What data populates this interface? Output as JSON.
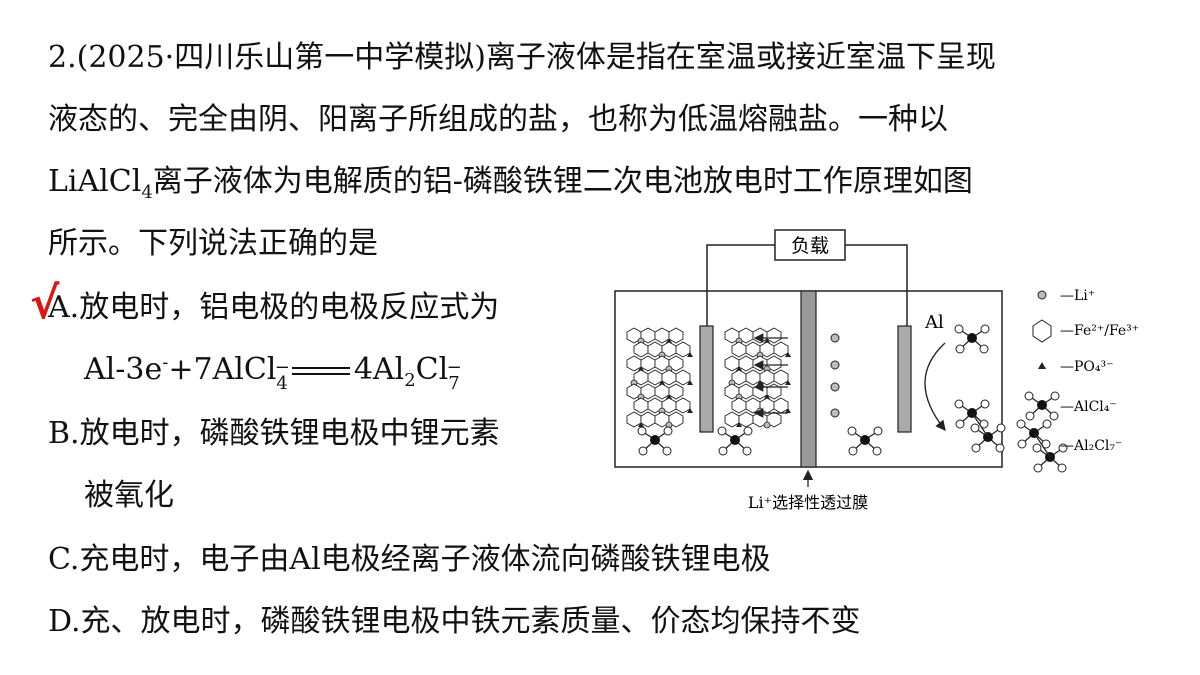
{
  "question": {
    "line1_prefix": "2.(2025·",
    "line1_source": "四川乐山第一中学模拟",
    "line1_rest": ")离子液体是指在室温或接近室温下呈现",
    "line2": "液态的、完全由阴、阳离子所组成的盐，也称为低温熔融盐。一种以",
    "line3_formula_a": "LiAlCl",
    "line3_formula_sub": "4",
    "line3_rest": "离子液体为电解质的铝-磷酸铁锂二次电池放电时工作原理如图",
    "line4": "所示。下列说法正确的是"
  },
  "answer_mark": "√",
  "options": {
    "A_line1": "A.放电时，铝电极的电极反应式为",
    "A_eq_left": "Al-3e",
    "A_eq_minus": "-",
    "A_eq_plus": "+7AlCl",
    "A_eq_right": "4Al",
    "A_eq_right2": "Cl",
    "A_sub4": "4",
    "A_sub2": "2",
    "A_sub7": "7",
    "A_charge": "−",
    "B_line1": "B.放电时，磷酸铁锂电极中锂元素",
    "B_line2": "被氧化",
    "C": "C.充电时，电子由Al电极经离子液体流向磷酸铁锂电极",
    "D": "D.充、放电时，磷酸铁锂电极中铁元素质量、价态均保持不变"
  },
  "diagram": {
    "load_label": "负载",
    "al_label": "Al",
    "membrane_label": "Li⁺选择性透过膜",
    "legend": {
      "li": "—Li⁺",
      "fe": "—Fe²⁺/Fe³⁺",
      "po4": "—PO₄³⁻",
      "alcl4": "—AlCl₄⁻",
      "al2cl7": "—Al₂Cl₇⁻"
    }
  }
}
